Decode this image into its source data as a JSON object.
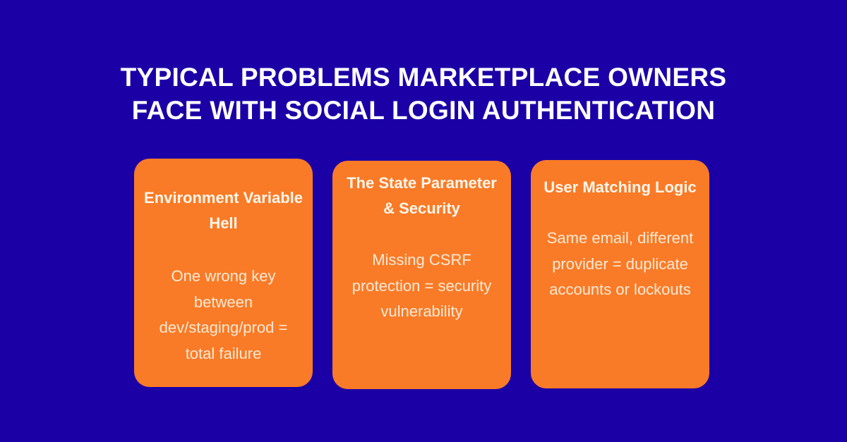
{
  "colors": {
    "background": "#1b00a6",
    "card": "#f97b27",
    "text": "#ffffff"
  },
  "title": {
    "line1": "TYPICAL PROBLEMS MARKETPLACE OWNERS",
    "line2": "FACE WITH SOCIAL LOGIN AUTHENTICATION"
  },
  "cards": [
    {
      "heading": "Environment Variable Hell",
      "body": "One wrong key between dev/staging/prod = total failure"
    },
    {
      "heading": "The State Parameter & Security",
      "body": "Missing CSRF protection = security vulnerability"
    },
    {
      "heading": "User Matching Logic",
      "body": "Same email, different provider = duplicate accounts or lockouts"
    }
  ]
}
